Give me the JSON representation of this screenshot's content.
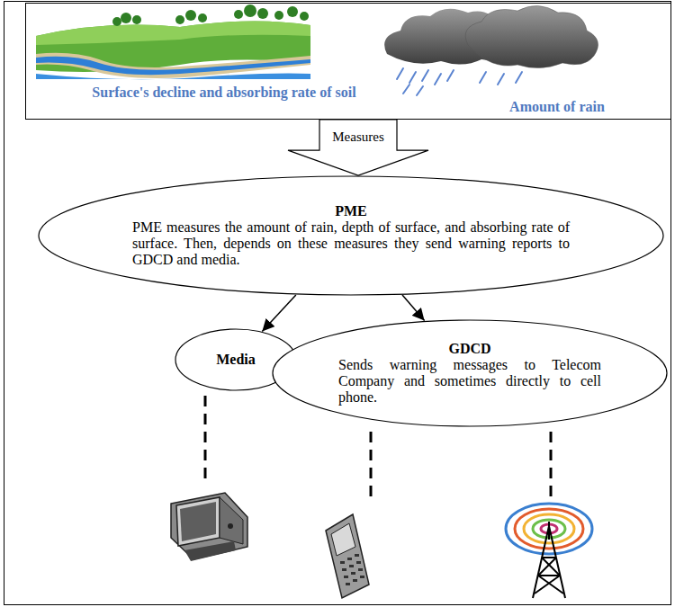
{
  "diagram": {
    "nodes": [
      {
        "text": [
          "Surface's decline and absorbing rate of soil",
          "Amount of rain"
        ]
      },
      {
        "text": [
          "PME",
          "PME measures the amount of rain, depth of surface, and absorbing rate of surface. Then, depends on these measures they send warning reports to GDCD and media."
        ]
      },
      {
        "text": [
          "Media"
        ]
      },
      {
        "text": [
          "GDCD",
          "Sends warning messages to Telecom Company and sometimes directly to cell phone."
        ]
      }
    ],
    "edges": [
      {
        "from": 0,
        "to": 1,
        "label": "Measures",
        "arrow": "to"
      },
      {
        "from": 1,
        "to": 2,
        "arrow": "to"
      },
      {
        "from": 1,
        "to": 3,
        "arrow": "to"
      }
    ]
  }
}
